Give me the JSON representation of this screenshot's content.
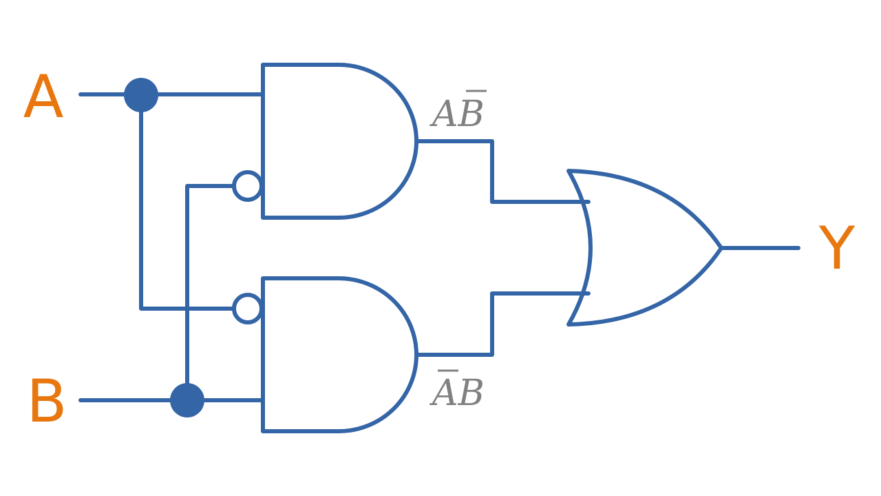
{
  "inputs": {
    "a": "A",
    "b": "B"
  },
  "output": {
    "y": "Y"
  },
  "terms": {
    "top": {
      "first": "A",
      "second": "B",
      "negated": "second"
    },
    "bottom": {
      "first": "A",
      "second": "B",
      "negated": "first"
    }
  },
  "colors": {
    "wire": "#3465a6",
    "io": "#e8770f",
    "term": "#808080"
  }
}
